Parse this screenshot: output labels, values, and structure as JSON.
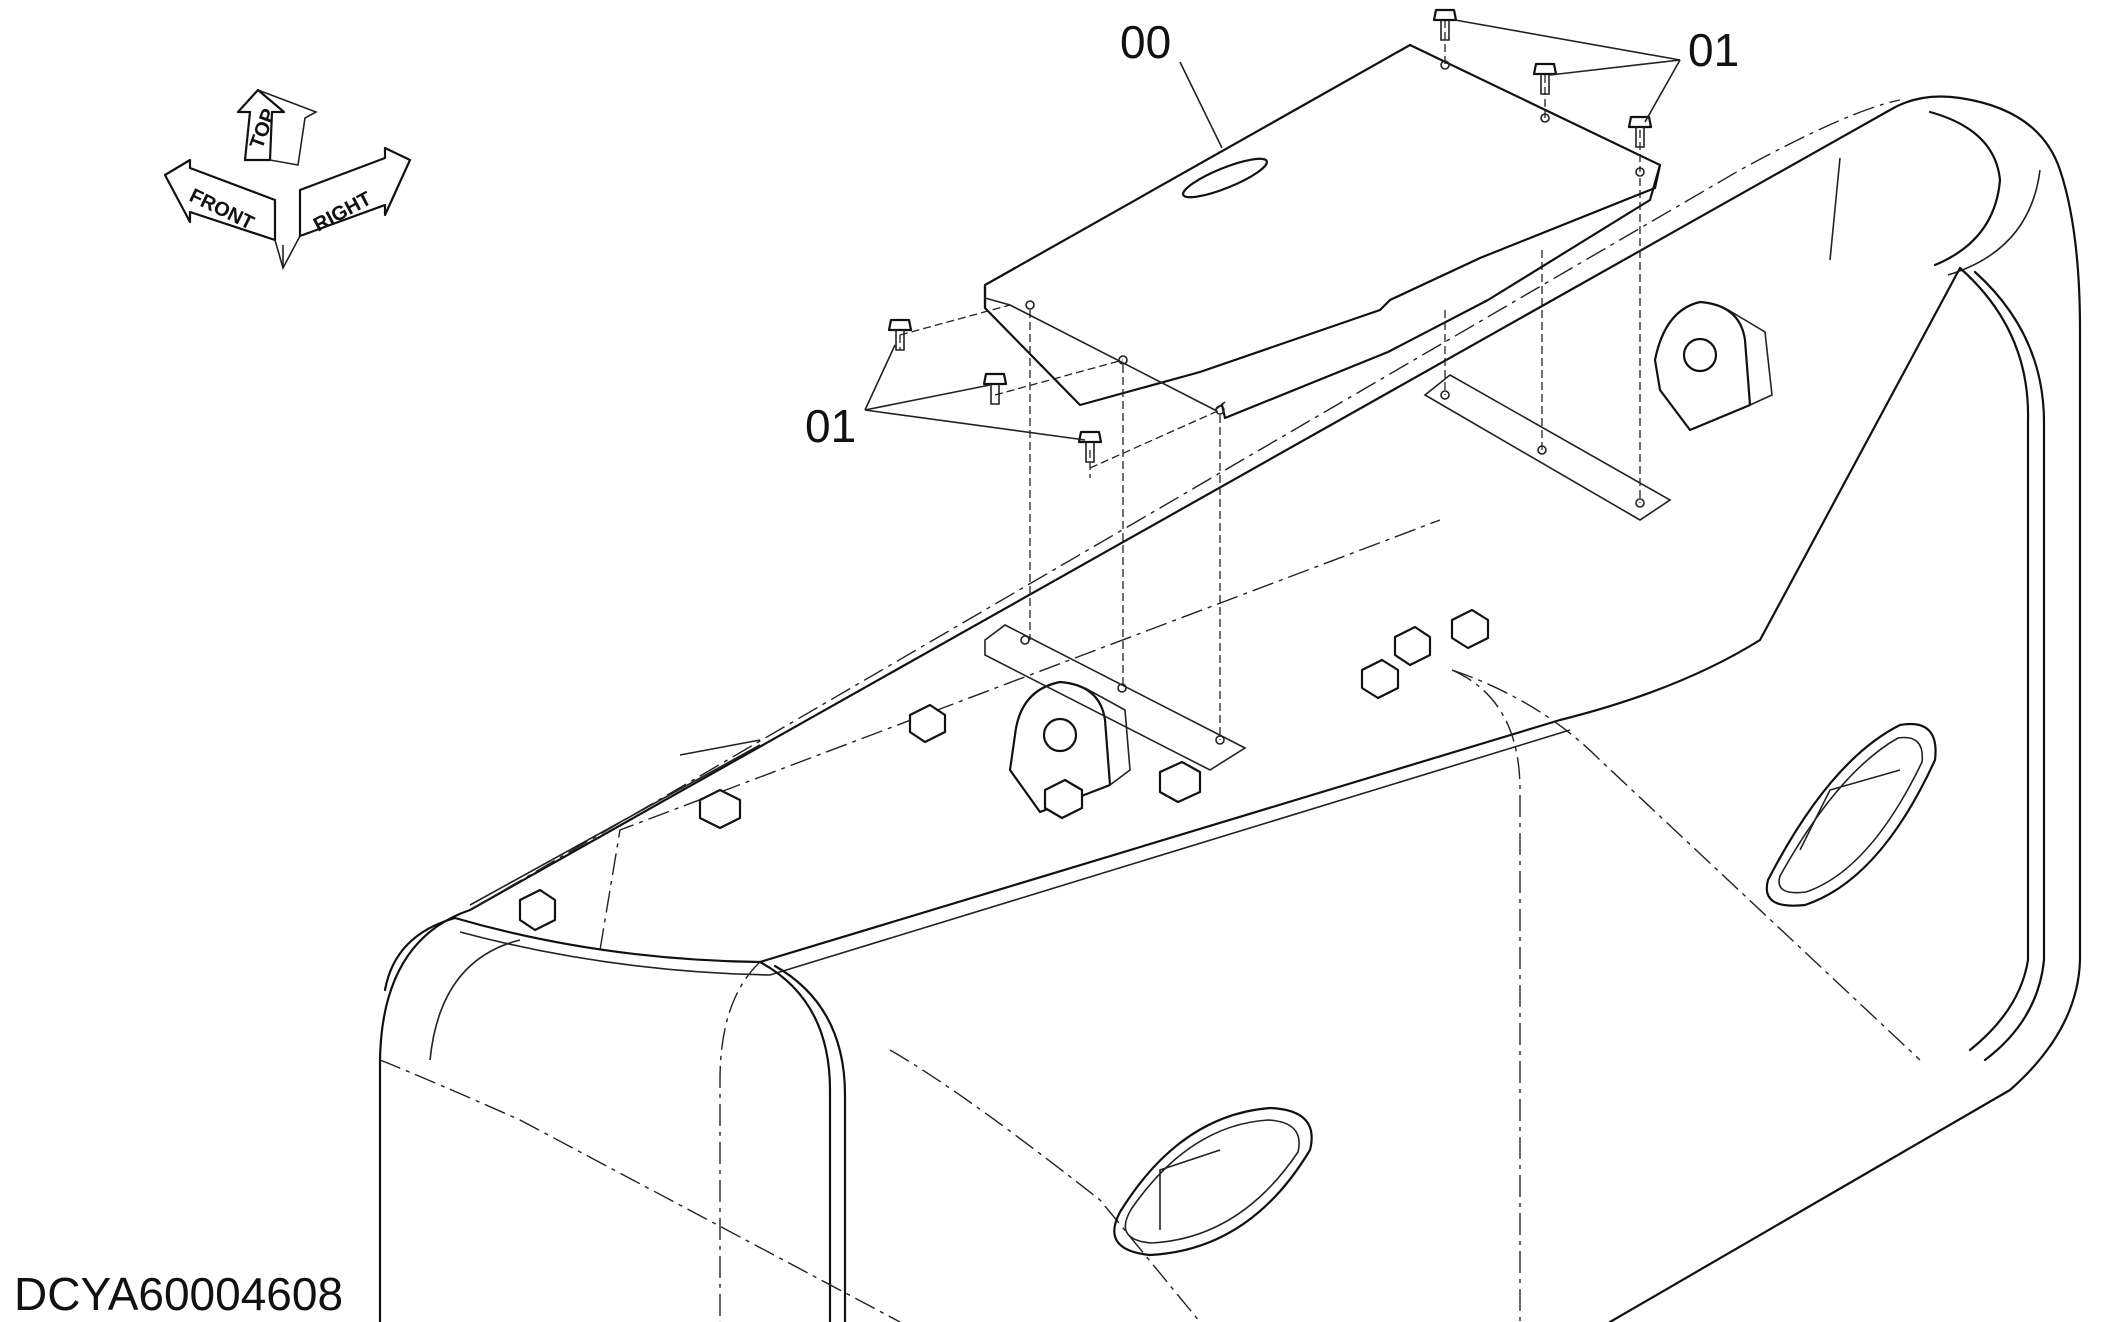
{
  "drawing_code": "DCYA60004608",
  "callouts": {
    "part_cover": "00",
    "bolts_top_right": "01",
    "bolts_left": "01"
  },
  "orientation_indicator": {
    "front": "FRONT",
    "top": "TOP",
    "right": "RIGHT"
  }
}
